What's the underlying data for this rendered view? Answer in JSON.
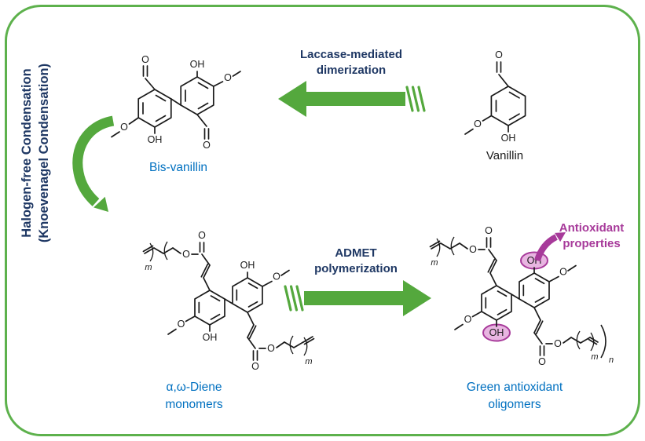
{
  "colors": {
    "border_green": "#5db14c",
    "arrow_green": "#54a83d",
    "navy": "#1f3864",
    "blue": "#0070c0",
    "purple": "#a73a9a",
    "purple_fill": "#d678c8",
    "ink": "#1a1a1a"
  },
  "left_title": {
    "line1": "Halogen-free Condensation",
    "line2": "(Knoevenagel Condensation)"
  },
  "top_arrow_label": {
    "line1": "Laccase-mediated",
    "line2": "dimerization"
  },
  "bottom_arrow_label": {
    "line1": "ADMET",
    "line2": "polymerization"
  },
  "annotation": {
    "line1": "Antioxidant",
    "line2": "properties"
  },
  "molecules": {
    "vanillin": {
      "name": "Vanillin",
      "atoms": {
        "cho_o": "O",
        "methoxy_o": "O",
        "phenol_oh": "OH"
      }
    },
    "bis_vanillin": {
      "name": "Bis-vanillin",
      "atoms": {
        "top_cho_o": "O",
        "right_oh": "OH",
        "left_methoxy_o": "O",
        "right_methoxy_o": "O",
        "left_oh": "OH",
        "bottom_cho_o": "O"
      }
    },
    "diene": {
      "name_line1": "α,ω-Diene",
      "name_line2": "monomers",
      "atoms": {
        "top_carbonyl_o": "O",
        "top_ester_o": "O",
        "top_m": "m",
        "left_methoxy_o": "O",
        "right_oh": "OH",
        "right_methoxy_o": "O",
        "left_oh": "OH",
        "bottom_carbonyl_o": "O",
        "bottom_ester_o": "O",
        "bottom_m": "m"
      }
    },
    "oligomer": {
      "name_line1": "Green antioxidant",
      "name_line2": "oligomers",
      "atoms": {
        "top_carbonyl_o": "O",
        "top_ester_o": "O",
        "top_m": "m",
        "left_methoxy_o": "O",
        "right_oh": "OH",
        "right_methoxy_o": "O",
        "left_oh": "OH",
        "bottom_carbonyl_o": "O",
        "bottom_ester_o": "O",
        "bottom_m": "m",
        "repeat_n": "n"
      }
    }
  }
}
